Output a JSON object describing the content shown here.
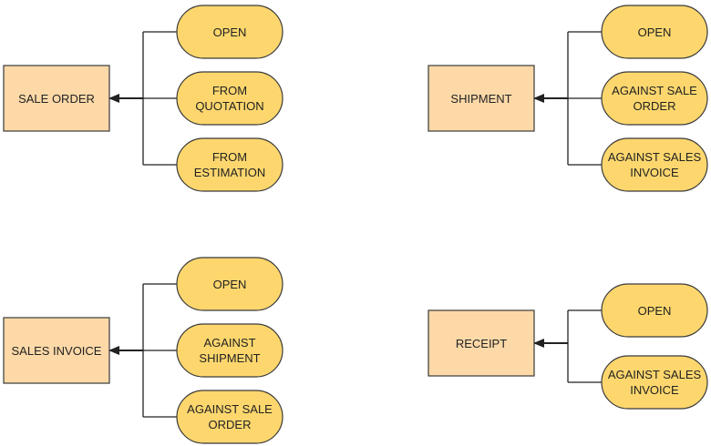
{
  "colors": {
    "doc_fill": "#fdd9a8",
    "doc_stroke": "#3a3a3a",
    "option_fill": "#fdd76e",
    "option_stroke": "#3a3a3a",
    "connector": "#222222"
  },
  "groups": [
    {
      "target": "SALE ORDER",
      "options": [
        "OPEN",
        "FROM\nQUOTATION",
        "FROM\nESTIMATION"
      ]
    },
    {
      "target": "SHIPMENT",
      "options": [
        "OPEN",
        "AGAINST SALE\nORDER",
        "AGAINST SALES\nINVOICE"
      ]
    },
    {
      "target": "SALES INVOICE",
      "options": [
        "OPEN",
        "AGAINST\nSHIPMENT",
        "AGAINST SALE\nORDER"
      ]
    },
    {
      "target": "RECEIPT",
      "options": [
        "OPEN",
        "AGAINST SALES\nINVOICE"
      ]
    }
  ]
}
